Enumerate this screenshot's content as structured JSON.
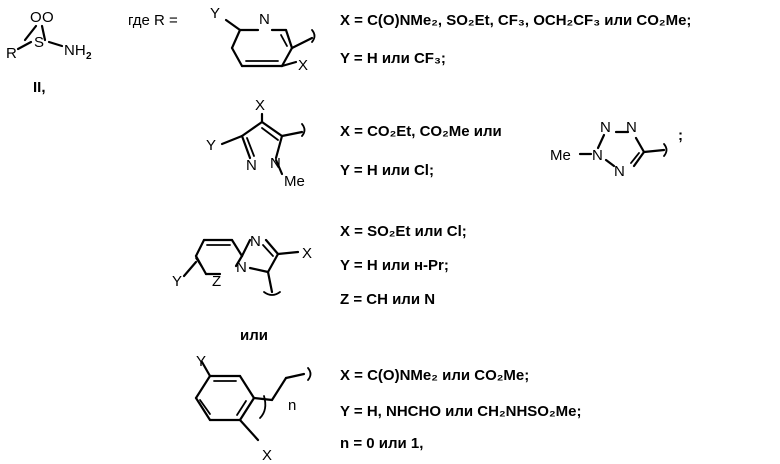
{
  "formula": {
    "label": "II,",
    "atoms": {
      "O1": "O",
      "O2": "O",
      "S": "S",
      "R": "R",
      "NH": "NH",
      "two": "2"
    }
  },
  "where": {
    "prefix": "где R ="
  },
  "groups": [
    {
      "id": "pyridine",
      "atoms": {
        "Y": "Y",
        "N": "N",
        "X": "X"
      },
      "line1": "X = C(O)NMe₂, SO₂Et, CF₃, OCH₂CF₃ или CO₂Me;",
      "line2": "Y = H или CF₃;"
    },
    {
      "id": "pyrazole",
      "atoms": {
        "X": "X",
        "Y": "Y",
        "N1": "N",
        "N2": "N",
        "Me": "Me"
      },
      "line1": "X = CO₂Et, CO₂Me или",
      "line2": "Y = H или Cl;",
      "tetrazole": {
        "N_top": "N",
        "N_top2": "N",
        "N_me": "N",
        "N_bot": "N",
        "Me": "Me",
        "tail": ";"
      }
    },
    {
      "id": "imidazopyridine",
      "atoms": {
        "N_top": "N",
        "N_bridge": "N",
        "X": "X",
        "Y": "Y",
        "Z": "Z"
      },
      "line1": "X = SO₂Et или Cl;",
      "line2": "Y = H или н-Pr;",
      "line3": "Z = CH или N"
    },
    {
      "id": "benzene",
      "atoms": {
        "Y": "Y",
        "X": "X",
        "n": "n"
      },
      "line1": "X = C(O)NMe₂ или CO₂Me;",
      "line2": "Y = H, NHCHO или CH₂NHSO₂Me;",
      "line3": "n = 0 или 1,"
    }
  ],
  "or_word": "или"
}
